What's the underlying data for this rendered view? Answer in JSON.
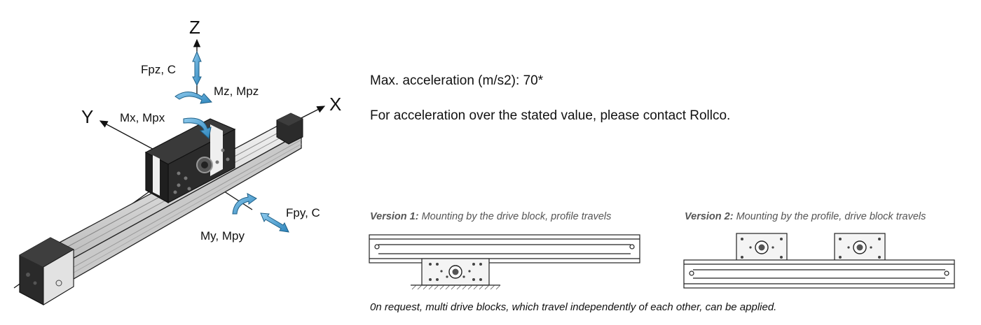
{
  "axes": {
    "z": "Z",
    "x": "X",
    "y": "Y"
  },
  "loads": {
    "fpz": "Fpz, C",
    "mz": "Mz, Mpz",
    "mx": "Mx, Mpx",
    "fpy": "Fpy, C",
    "my": "My, Mpy"
  },
  "specs": {
    "acceleration": "Max. acceleration (m/s2): 70*",
    "contact_note": "For acceleration over the stated value, please contact Rollco."
  },
  "versions": [
    {
      "label": "Version 1:",
      "description": " Mounting by the drive block, profile travels"
    },
    {
      "label": "Version 2:",
      "description": " Mounting by the profile, drive block travels"
    }
  ],
  "footnote": "0n request, multi drive blocks, which travel independently of each other, can be applied.",
  "colors": {
    "arrow": "#4fa6d6",
    "arrow_dark": "#1d6f9e",
    "block": "#2b2b2b",
    "profile": "#d8d8d8"
  }
}
